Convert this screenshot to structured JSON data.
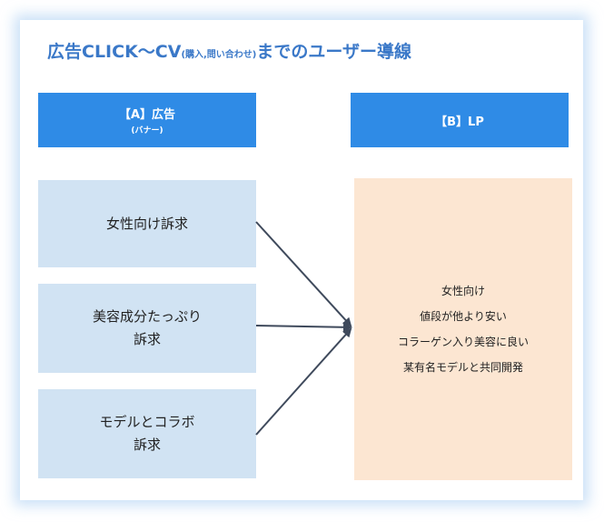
{
  "title": {
    "main": "広告CLICK〜CV",
    "small": "(購入,問い合わせ)",
    "suffix": "までのユーザー導線"
  },
  "column_a": {
    "label": "【A】広告",
    "sublabel": "(バナー)"
  },
  "column_b": {
    "label": "【B】LP"
  },
  "ads": [
    {
      "line1": "女性向け訴求",
      "line2": ""
    },
    {
      "line1": "美容成分たっぷり",
      "line2": "訴求"
    },
    {
      "line1": "モデルとコラボ",
      "line2": "訴求"
    }
  ],
  "lp": {
    "lines": [
      "女性向け",
      "値段が他より安い",
      "コラーゲン入り美容に良い",
      "某有名モデルと共同開発"
    ]
  },
  "colors": {
    "title": "#3a78c8",
    "header_bg": "#2f8be6",
    "ad_bg": "#d1e3f3",
    "lp_bg": "#fce6d2",
    "arrow": "#3f4a5c",
    "card_glow": "#a0c8f0"
  }
}
